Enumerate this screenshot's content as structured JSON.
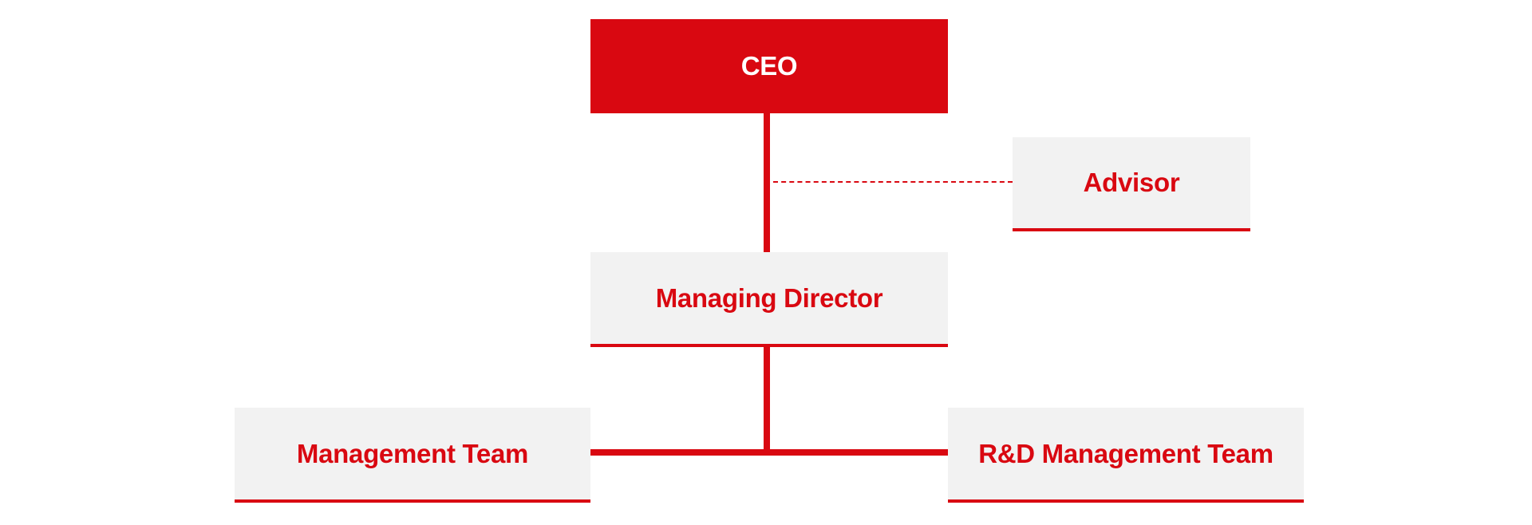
{
  "colors": {
    "accent": "#d90811",
    "box_fill": "#f2f2f2",
    "background": "#ffffff"
  },
  "org_chart": {
    "ceo": "CEO",
    "advisor": "Advisor",
    "managing_director": "Managing Director",
    "management_team": "Management Team",
    "rd_management_team": "R&D Management Team"
  }
}
